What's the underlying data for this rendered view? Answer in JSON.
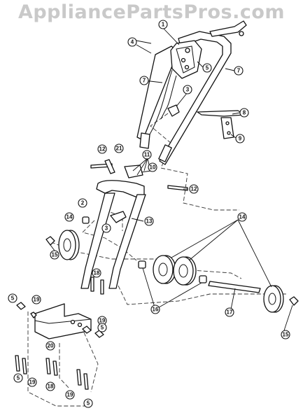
{
  "watermark": "AppliancePartsPros.com",
  "callouts": [
    "1",
    "2",
    "3",
    "4",
    "5",
    "7",
    "8",
    "9",
    "10",
    "11",
    "12",
    "13",
    "14",
    "15",
    "16",
    "17",
    "18",
    "19",
    "20",
    "21"
  ]
}
